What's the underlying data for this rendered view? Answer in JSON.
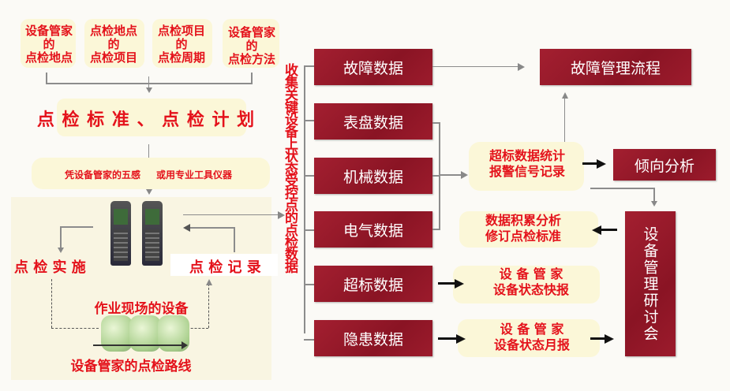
{
  "sources": [
    {
      "line1": "设备管家",
      "line2": "的",
      "line3": "点检地点"
    },
    {
      "line1": "点检地点",
      "line2": "的",
      "line3": "点检项目"
    },
    {
      "line1": "点检项目",
      "line2": "的",
      "line3": "点检周期"
    },
    {
      "line1": "设备管家",
      "line2": "的",
      "line3": "点检方法"
    }
  ],
  "standard_plan": "点 检 标 准 、 点 检 计 划",
  "senses": {
    "left": "凭设备管家的五感",
    "right": "或用专业工具仪器"
  },
  "inspection_execute": "点 检 实 施",
  "inspection_record": "点 检 记 录",
  "site_equipment": "作业现场的设备",
  "route": "设备管家的点检路线",
  "collect_label": "收集关键设备上状态受控点的点检数据",
  "data_boxes": [
    "故障数据",
    "表盘数据",
    "机械数据",
    "电气数据",
    "超标数据",
    "隐患数据"
  ],
  "fault_process": "故障管理流程",
  "overlimit_stats": {
    "line1": "超标数据统计",
    "line2": "报警信号记录"
  },
  "trend_analysis": "倾向分析",
  "revise": {
    "line1": "数据积累分析",
    "line2": "修订点检标准"
  },
  "quick_report": {
    "line1": "设 备 管 家",
    "line2": "设备状态快报"
  },
  "monthly_report": {
    "line1": "设 备 管 家",
    "line2": "设备状态月报"
  },
  "meeting": "设备管理研讨会",
  "colors": {
    "box_red": "#8e1526",
    "text_red": "#e4121b",
    "cream": "#fbf7d8",
    "connector": "#8c8c8c"
  }
}
